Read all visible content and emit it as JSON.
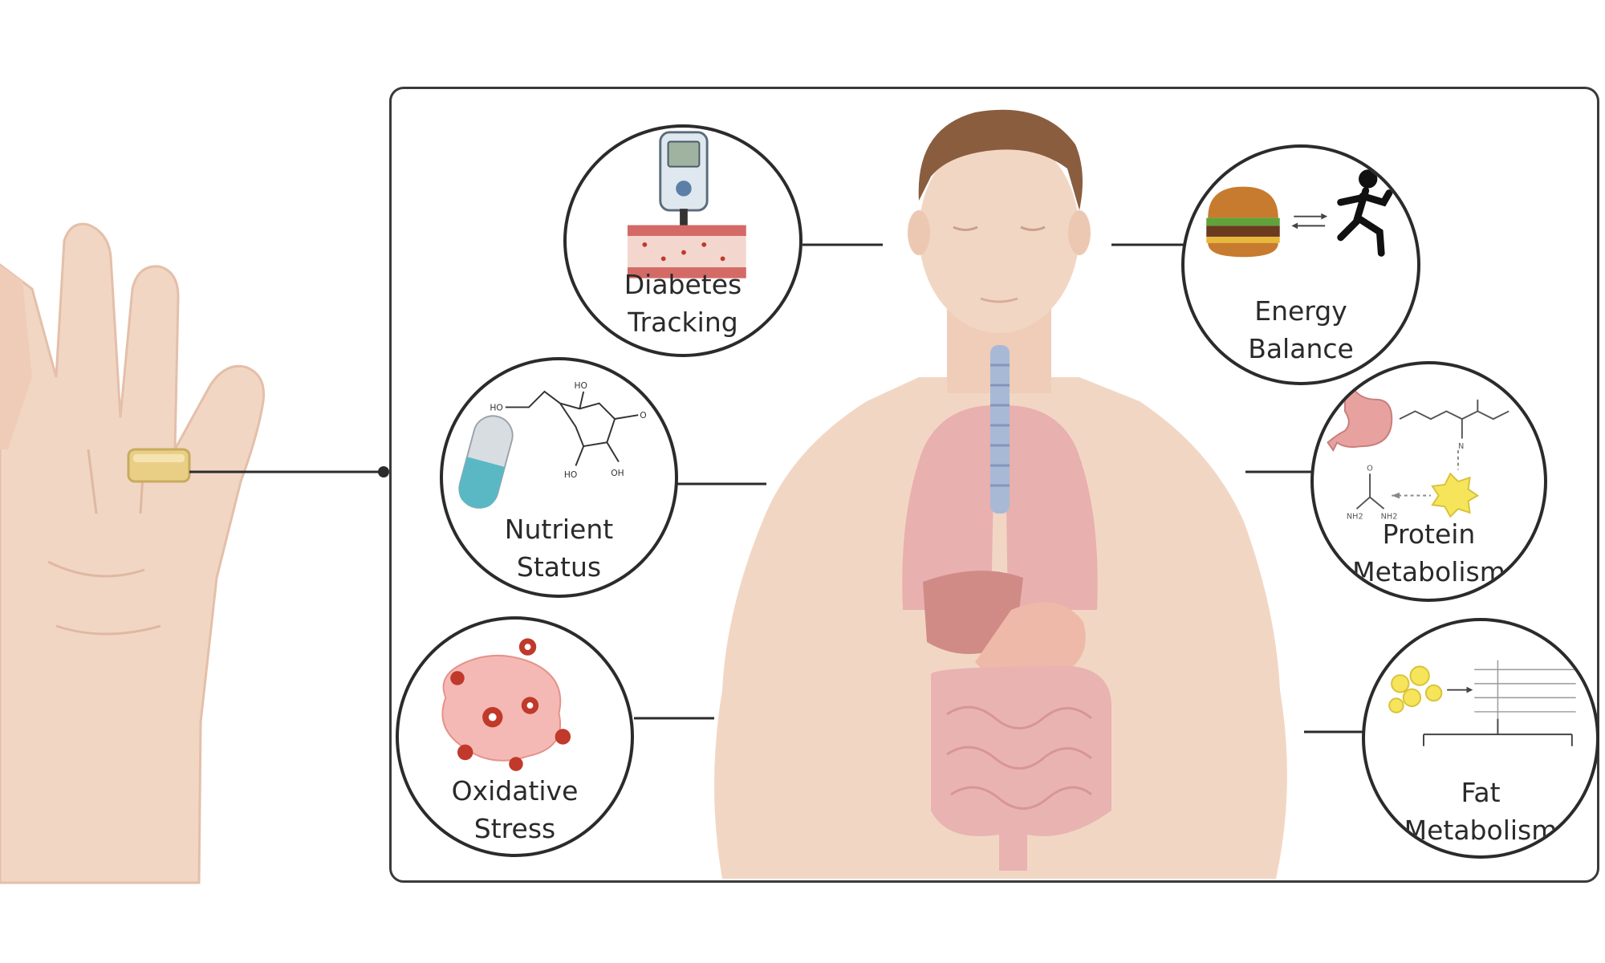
{
  "diagram": {
    "topics": {
      "diabetes": {
        "line1": "Diabetes",
        "line2": "Tracking"
      },
      "energy": {
        "line1": "Energy",
        "line2": "Balance"
      },
      "nutrient": {
        "line1": "Nutrient",
        "line2": "Status"
      },
      "protein": {
        "line1": "Protein",
        "line2": "Metabolism"
      },
      "oxidative": {
        "line1": "Oxidative",
        "line2": "Stress"
      },
      "fat": {
        "line1": "Fat",
        "line2": "Metabolism"
      }
    }
  },
  "colors": {
    "outline": "#2b2b2b",
    "skin": "#f2d6c4",
    "hair": "#8a5d3f",
    "lungs": "#e8b0ae",
    "ring": "#e9cf86",
    "capsule": "#5ab8c4",
    "burger": "#c77b2e",
    "cell": "#c0392b"
  }
}
